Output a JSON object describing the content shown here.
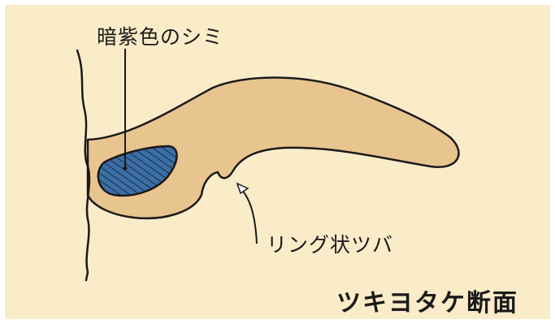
{
  "labels": {
    "stain": "暗紫色のシミ",
    "ring": "リング状ツバ",
    "title": "ツキヨタケ断面"
  },
  "colors": {
    "background": "#fbecc9",
    "mushroom_flesh": "#e8c48e",
    "stain": "#3a6fa8",
    "outline": "#1a1a1a"
  }
}
